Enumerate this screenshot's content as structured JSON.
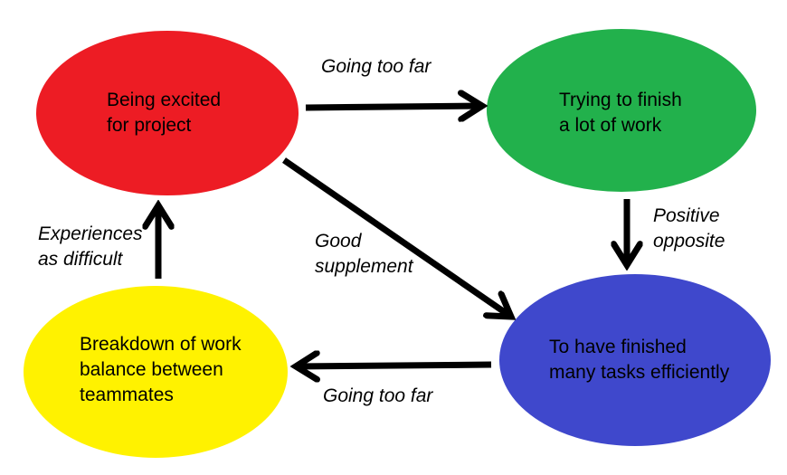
{
  "nodes": {
    "excited": {
      "lines": [
        "Being excited",
        "for project"
      ],
      "color": "#ed1c24"
    },
    "trying": {
      "lines": [
        "Trying to finish",
        "a lot of work"
      ],
      "color": "#22b14c"
    },
    "finished": {
      "lines": [
        "To have finished",
        "many tasks efficiently"
      ],
      "color": "#3f48cc"
    },
    "breakdown": {
      "lines": [
        "Breakdown of work",
        "balance between",
        "teammates"
      ],
      "color": "#fff200"
    }
  },
  "edge_labels": {
    "top": {
      "lines": [
        "Going too far"
      ]
    },
    "positive": {
      "lines": [
        "Positive",
        "opposite"
      ]
    },
    "good": {
      "lines": [
        "Good",
        "supplement"
      ]
    },
    "bottom": {
      "lines": [
        "Going too far"
      ]
    },
    "experiences": {
      "lines": [
        "Experiences",
        "as difficult"
      ]
    }
  },
  "edges": [
    {
      "from": "Being excited for project",
      "to": "Trying to finish a lot of work",
      "label": "Going too far"
    },
    {
      "from": "Trying to finish a lot of work",
      "to": "To have finished many tasks efficiently",
      "label": "Positive opposite"
    },
    {
      "from": "Being excited for project",
      "to": "To have finished many tasks efficiently",
      "label": "Good supplement"
    },
    {
      "from": "To have finished many tasks efficiently",
      "to": "Breakdown of work balance between teammates",
      "label": "Going too far"
    },
    {
      "from": "Breakdown of work balance between teammates",
      "to": "Being excited for project",
      "label": "Experiences as difficult"
    }
  ],
  "colors": {
    "arrow": "#000000",
    "background": "#ffffff",
    "node_text": "#000000",
    "label_text": "#000000"
  }
}
